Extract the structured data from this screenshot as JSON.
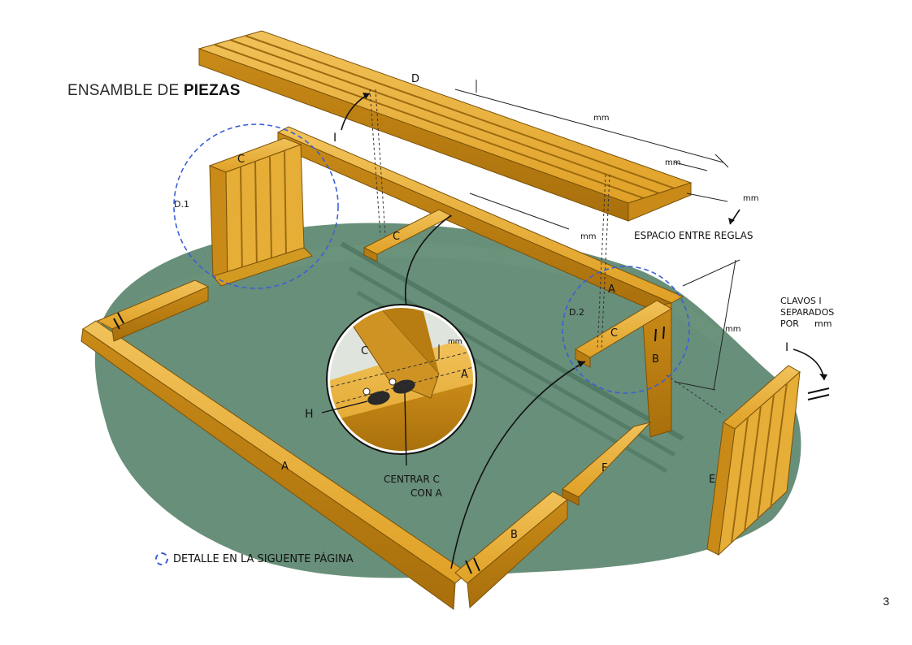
{
  "title": {
    "prefix": "ENSAMBLE DE",
    "emphasis": "PIEZAS"
  },
  "parts": {
    "A": "A",
    "B": "B",
    "C": "C",
    "D": "D",
    "E": "E",
    "F": "F",
    "H": "H",
    "I": "I"
  },
  "details": {
    "d1": "D.1",
    "d2": "D.2"
  },
  "dimensions": {
    "unit": "mm"
  },
  "annotations": {
    "gap": "ESPACIO ENTRE REGLAS",
    "nails_line1": "CLAVOS I",
    "nails_line2": "SEPARADOS",
    "nails_line3": "POR",
    "center_line1": "CENTRAR C",
    "center_line2": "CON A"
  },
  "legend": {
    "text": "DETALLE EN LA SIGUENTE PÁGINA"
  },
  "page_number": "3",
  "colors": {
    "wood": "#e3a92a",
    "wood_dark": "#b77c12",
    "ground": "#4e7b62",
    "detail_circle": "#3a5fd6"
  }
}
